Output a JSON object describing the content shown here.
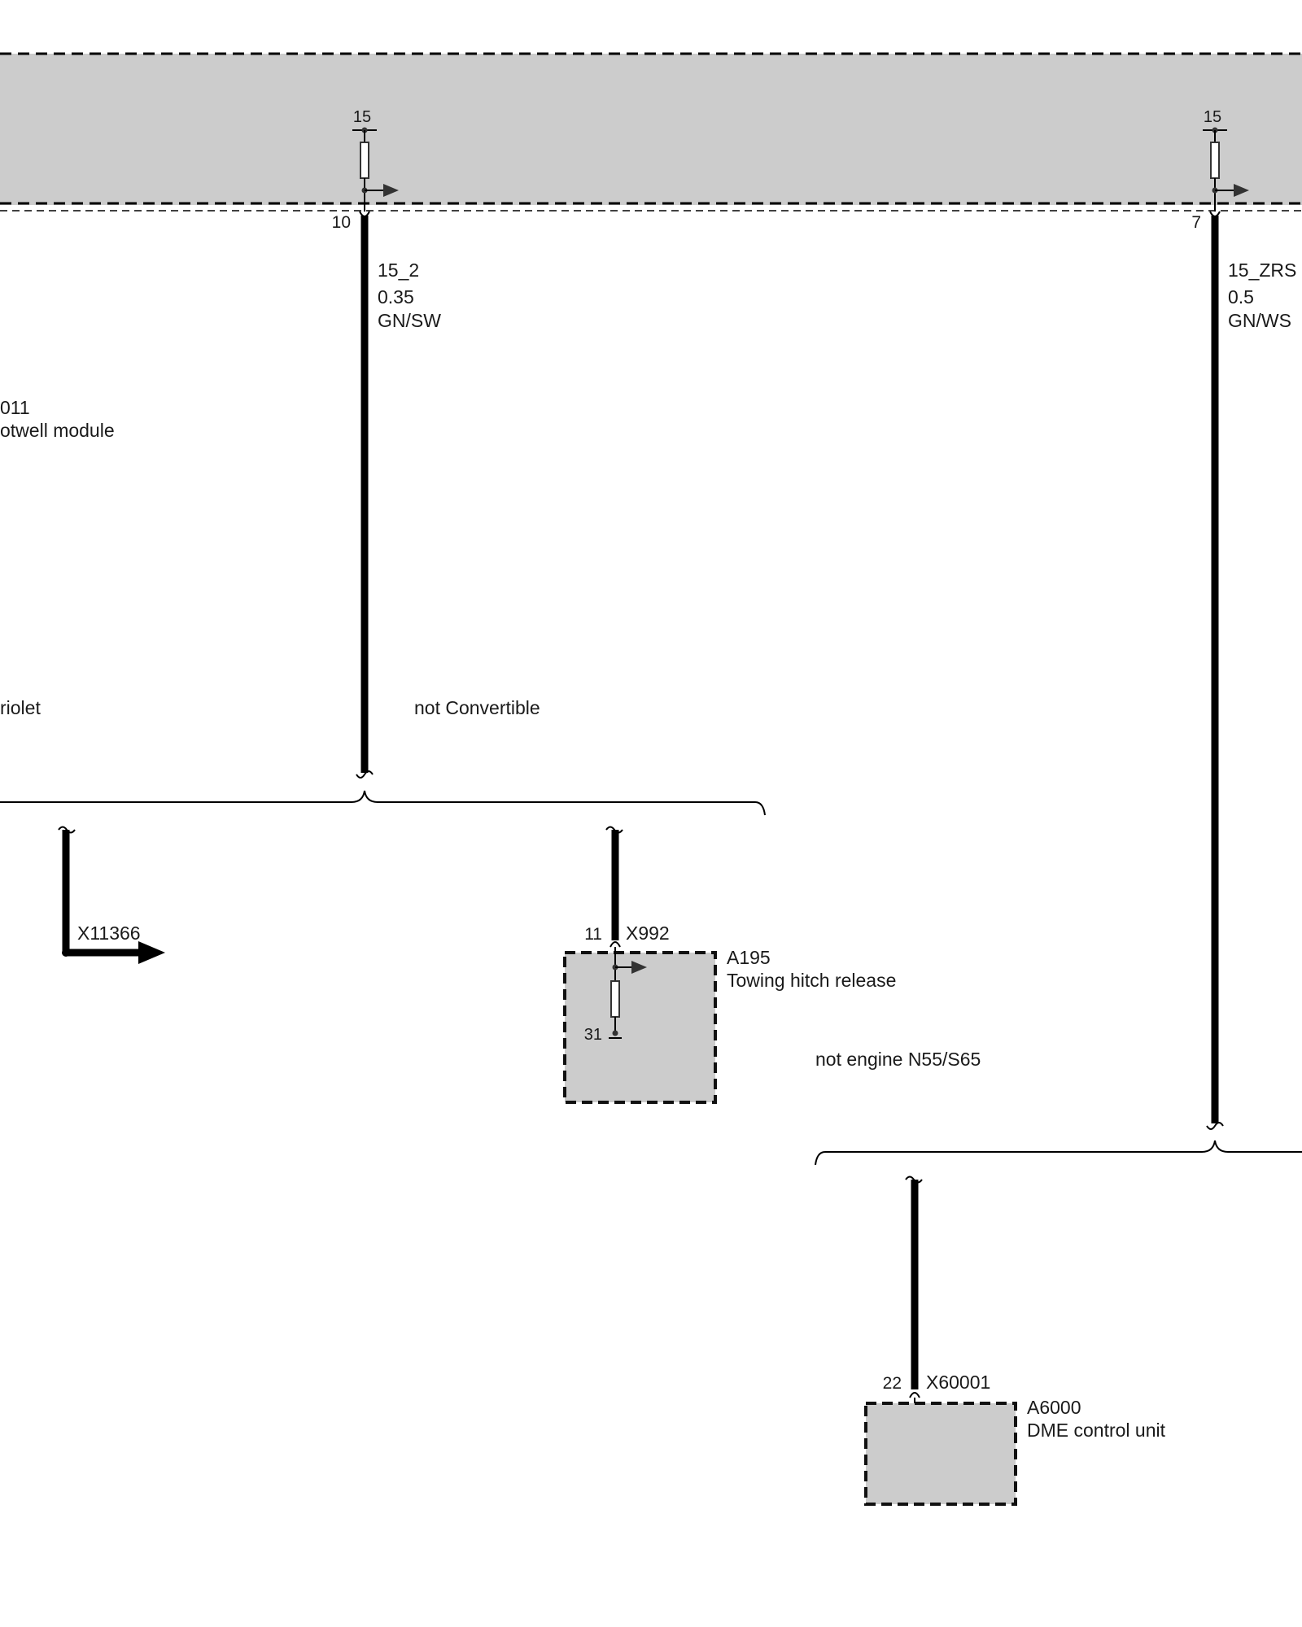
{
  "top_module": {
    "name_partial": "011",
    "desc_partial": "otwell module",
    "left_variant_partial": "riolet"
  },
  "supply_left": {
    "terminal": "15",
    "pin": "10",
    "signal": "15_2",
    "gauge": "0.35",
    "color": "GN/SW",
    "variant_label": "not Convertible"
  },
  "supply_right": {
    "terminal": "15",
    "pin": "7",
    "signal": "15_ZRS",
    "gauge": "0.5",
    "color": "GN/WS",
    "variant_label": "not engine N55/S65"
  },
  "offpage_connector": {
    "label": "X11366"
  },
  "towing_hitch": {
    "pin": "11",
    "connector": "X992",
    "id": "A195",
    "name": "Towing hitch release",
    "ground_terminal": "31"
  },
  "dme": {
    "pin": "22",
    "connector": "X60001",
    "id": "A6000",
    "name": "DME control unit"
  },
  "colors": {
    "module_fill": "#cccccc",
    "wire": "#000000",
    "text": "#1a1a1a"
  }
}
